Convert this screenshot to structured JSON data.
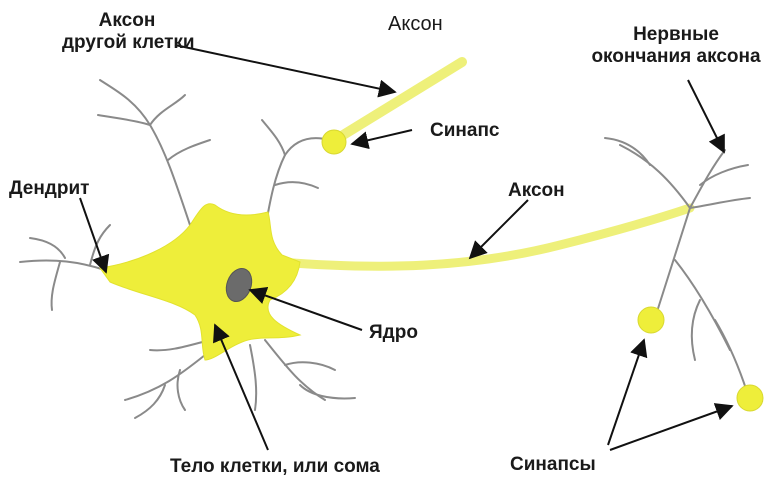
{
  "labels": {
    "other_axon_line1": "Аксон",
    "other_axon_line2": "другой клетки",
    "axon_top": "Аксон",
    "nerve_endings_line1": "Нервные",
    "nerve_endings_line2": "окончания аксона",
    "synapse": "Синапс",
    "dendrite": "Дендрит",
    "axon_mid": "Аксон",
    "nucleus": "Ядро",
    "soma": "Тело клетки, или сома",
    "synapses": "Синапсы"
  },
  "colors": {
    "cell_body": "#eeee3a",
    "axon": "#eef07a",
    "nucleus": "#6b6b6b",
    "dendrite_stroke": "#8a8a8a",
    "arrow": "#111111",
    "text": "#1a1a1a"
  }
}
